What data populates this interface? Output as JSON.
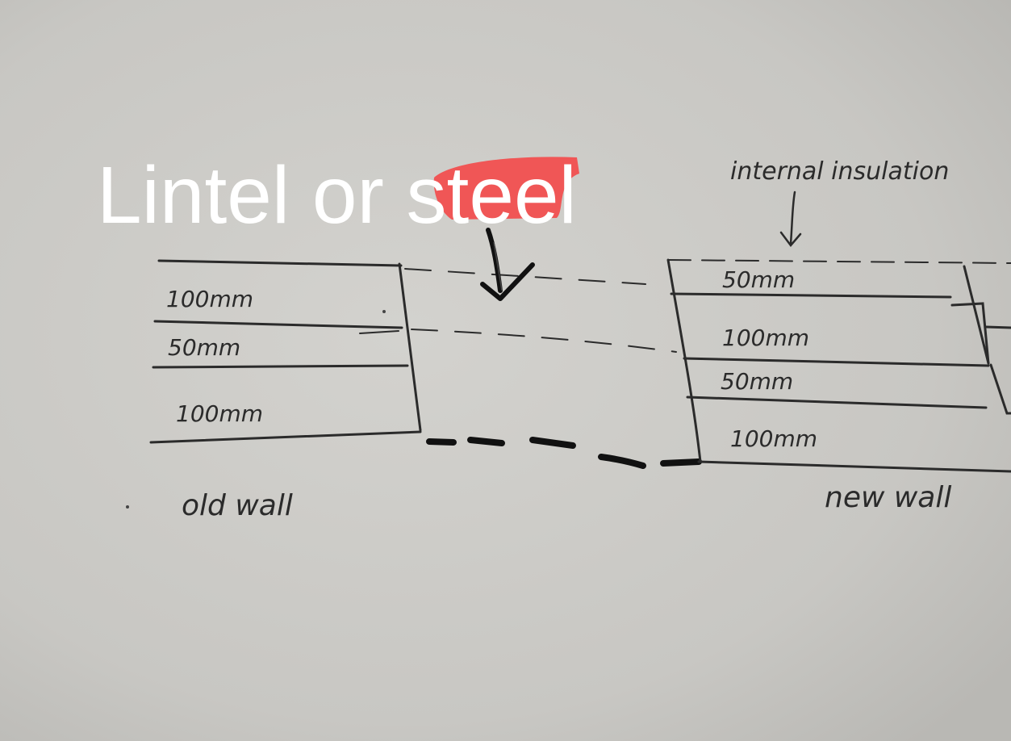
{
  "overlay_title": {
    "text": "Lintel or steel",
    "text_color": "#ffffff",
    "highlight_color": "#f05656"
  },
  "labels": {
    "internal_insulation": "internal insulation",
    "old_wall_label": "old wall",
    "new_wall_label": "new wall"
  },
  "old_wall_layers": [
    "100mm",
    "50mm",
    "100mm"
  ],
  "new_wall_layers": [
    "50mm",
    "100mm",
    "50mm",
    "100mm"
  ],
  "colors": {
    "paper": "#c9c8c4",
    "pen": "#2b2b2b",
    "marker": "#111111"
  }
}
